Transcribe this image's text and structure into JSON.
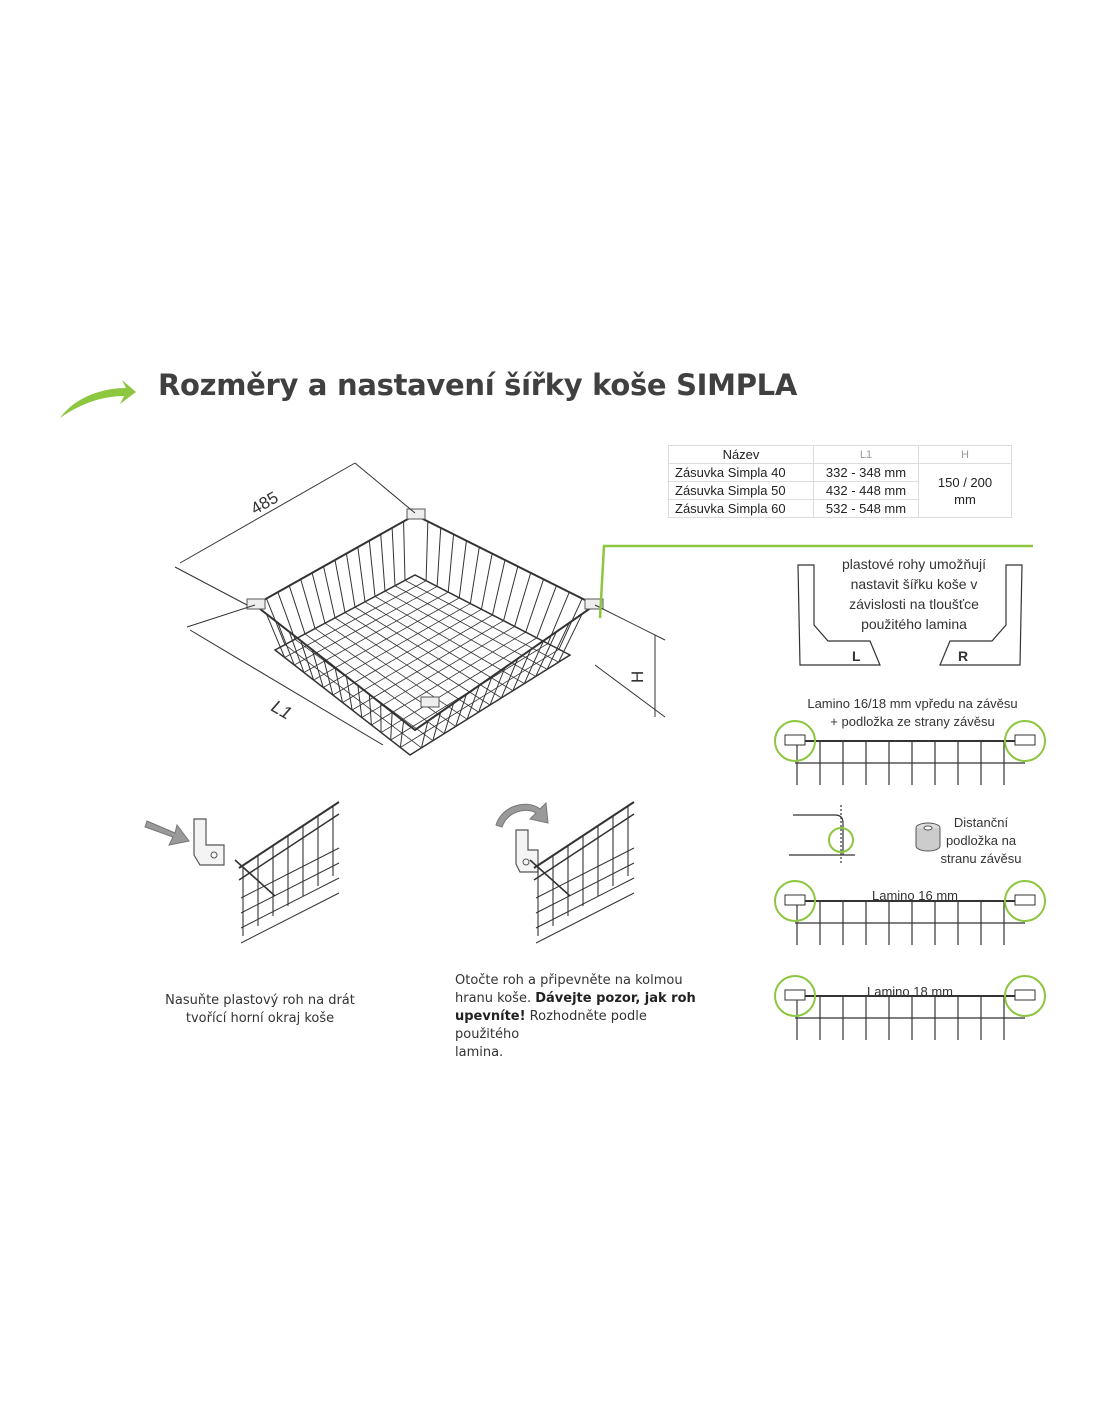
{
  "title": "Rozměry a nastavení šířky koše SIMPLA",
  "colors": {
    "accent_green": "#8dc63f",
    "line": "#333333"
  },
  "icons": [
    "green-arrow-icon",
    "gray-arrow-icon",
    "rotate-arrow-icon"
  ],
  "dimensions": {
    "depth": "485",
    "length": "L1",
    "height": "H"
  },
  "table": {
    "headers": [
      "Název",
      "L1",
      "H"
    ],
    "rows": [
      {
        "type": "Zásuvka",
        "name": "Simpla 40",
        "l1": "332 - 348 mm"
      },
      {
        "type": "Zásuvka",
        "name": "Simpla 50",
        "l1": "432 - 448 mm"
      },
      {
        "type": "Zásuvka",
        "name": "Simpla 60",
        "l1": "532 - 548 mm"
      }
    ],
    "h_value_line1": "150 / 200",
    "h_value_line2": "mm"
  },
  "corner_note": [
    "plastové rohy umožňují",
    "nastavit šířku koše v",
    "závislosti na tloušťce",
    "použitého lamina"
  ],
  "corner_letters": {
    "left": "L",
    "right": "R"
  },
  "detail1_label": [
    "Lamino 16/18 mm vpředu na závěsu",
    "+ podložka ze strany závěsu"
  ],
  "spacer_label": [
    "Distanční",
    "podložka na",
    "stranu závěsu"
  ],
  "detail2_label": "Lamino 16 mm",
  "detail3_label": "Lamino 18 mm",
  "step1_caption": [
    "Nasuňte plastový roh na drát",
    "tvořící horní okraj koše"
  ],
  "step2_caption": {
    "line1": "Otočte roh a připevněte na kolmou",
    "line2a": "hranu koše. ",
    "line2b": "Dávejte pozor, jak roh",
    "line3a": "upevníte!",
    "line3b": " Rozhodněte podle použitého",
    "line4": "lamina."
  }
}
